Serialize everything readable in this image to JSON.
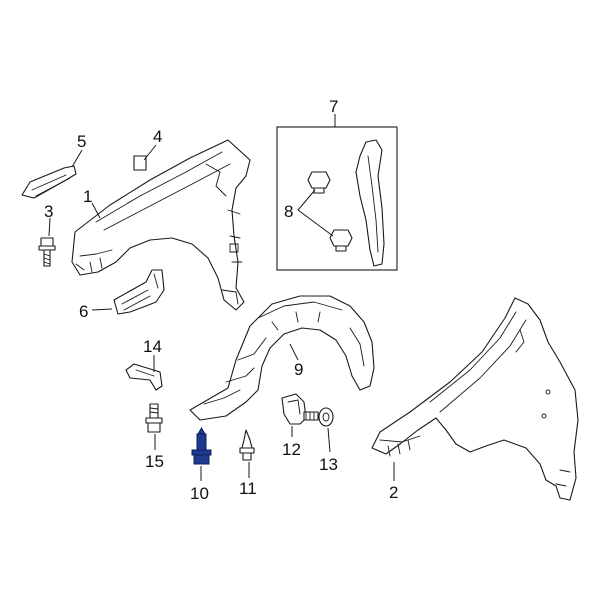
{
  "diagram": {
    "callouts": {
      "c1": "1",
      "c2": "2",
      "c3": "3",
      "c4": "4",
      "c5": "5",
      "c6": "6",
      "c7": "7",
      "c8": "8",
      "c9": "9",
      "c10": "10",
      "c11": "11",
      "c12": "12",
      "c13": "13",
      "c14": "14",
      "c15": "15"
    },
    "highlighted_part": "10",
    "colors": {
      "line": "#1a1a1a",
      "highlight": "#1f3a8f",
      "highlight_dark": "#0f1f5c"
    }
  }
}
